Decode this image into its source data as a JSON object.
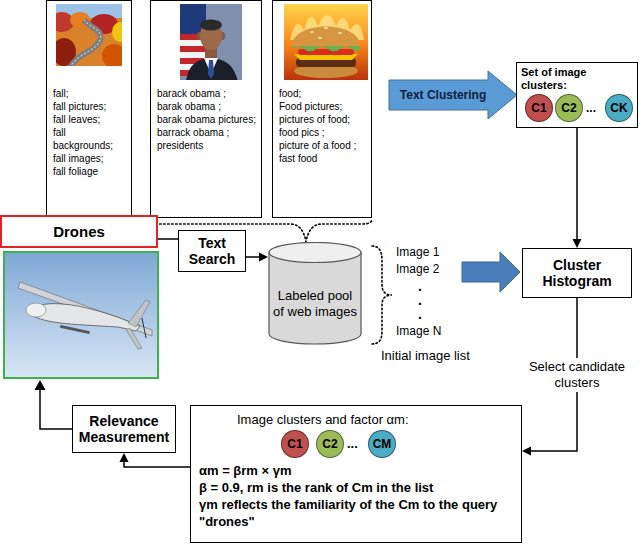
{
  "diagram": {
    "nodes": [
      {
        "text": [
          "fall;",
          "fall pictures;",
          "fall leaves;",
          "fall backgrounds;",
          "fall images;",
          "fall foliage"
        ]
      },
      {
        "text": [
          "barack obama ;",
          "barak obama ;",
          "barak obama pictures;",
          "barrack obama ;",
          "presidents"
        ]
      },
      {
        "text": [
          "food;",
          "Food pictures;",
          "pictures of food;",
          "food pics ;",
          "picture of a food ;",
          "fast food"
        ]
      },
      {
        "text": [
          "Text Clustering"
        ]
      },
      {
        "text": [
          "Set of image clusters:"
        ]
      },
      {
        "text": [
          "C1"
        ],
        "in": 4
      },
      {
        "text": [
          "C2"
        ],
        "in": 4
      },
      {
        "text": [
          "CK"
        ],
        "in": 4
      },
      {
        "text": [
          "Drones"
        ]
      },
      {
        "text": [
          "Text Search"
        ]
      },
      {
        "text": [
          "Labeled pool of web images"
        ]
      },
      {
        "text": [
          "Cluster Histogram"
        ]
      },
      {
        "text": [
          "Relevance Measurement"
        ]
      },
      {
        "text": [
          "Image clusters and factor αm:",
          "αm = βrm × γm",
          "β = 0.9, rm is the rank of Cm in the list",
          "γm reflects the familiarity of the Cm to the query \"drones\""
        ]
      },
      {
        "text": [
          "C1"
        ],
        "in": 13
      },
      {
        "text": [
          "C2"
        ],
        "in": 13
      },
      {
        "text": [
          "CM"
        ],
        "in": 13
      }
    ],
    "edges": [
      {
        "from": 8,
        "to": 9,
        "arrow": "none"
      },
      {
        "from": 9,
        "to": 10,
        "arrow": "to"
      },
      {
        "from": 4,
        "to": 11,
        "arrow": "to"
      },
      {
        "from": 11,
        "to": 13,
        "label": "Select candidate clusters",
        "arrow": "to"
      },
      {
        "from": 13,
        "to": 12,
        "arrow": "to"
      }
    ],
    "labels": [
      "Image 1",
      "Image 2",
      ".",
      ".",
      ".",
      "Image N",
      "Initial image list",
      "...",
      "..."
    ]
  }
}
